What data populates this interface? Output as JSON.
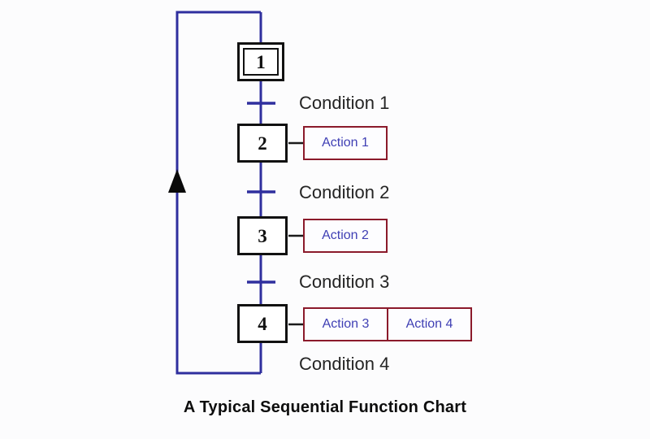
{
  "diagram": {
    "caption": "A Typical Sequential Function Chart",
    "colors": {
      "background": "#fcfcfd",
      "flow_line": "#2f2f9e",
      "step_border": "#111111",
      "action_border": "#8b1a2b",
      "action_text": "#3f3fb4",
      "condition_text": "#242424",
      "arrow": "#0a0a0a"
    },
    "steps": [
      {
        "id": "step-1",
        "number": "1",
        "initial": true
      },
      {
        "id": "step-2",
        "number": "2",
        "initial": false
      },
      {
        "id": "step-3",
        "number": "3",
        "initial": false
      },
      {
        "id": "step-4",
        "number": "4",
        "initial": false
      }
    ],
    "transitions": [
      {
        "id": "transition-1",
        "label": "Condition 1"
      },
      {
        "id": "transition-2",
        "label": "Condition 2"
      },
      {
        "id": "transition-3",
        "label": "Condition 3"
      },
      {
        "id": "transition-4",
        "label": "Condition 4"
      }
    ],
    "actions": [
      {
        "id": "action-block-1",
        "step": "2",
        "cells": [
          "Action 1"
        ]
      },
      {
        "id": "action-block-2",
        "step": "3",
        "cells": [
          "Action 2"
        ]
      },
      {
        "id": "action-block-3",
        "step": "4",
        "cells": [
          "Action 3",
          "Action 4"
        ]
      }
    ],
    "loop": {
      "name": "return-loop",
      "arrow_direction": "up",
      "description": "Return path from Condition 4 back to Step 1"
    }
  }
}
